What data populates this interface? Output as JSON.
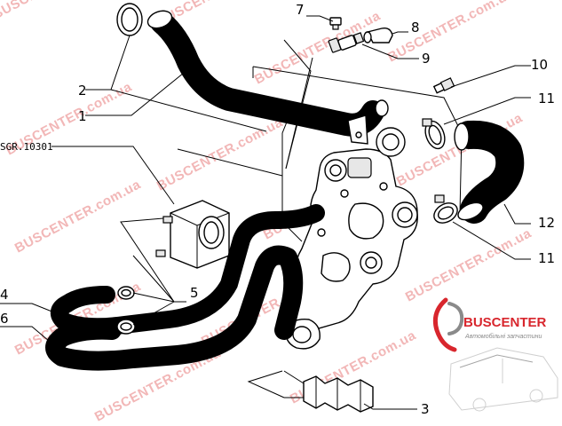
{
  "diagram": {
    "callouts": [
      "1",
      "2",
      "3",
      "4",
      "5",
      "6",
      "7",
      "8",
      "9",
      "10",
      "11",
      "11",
      "12"
    ],
    "code_ref": "SGR.10301"
  },
  "watermark": {
    "text": "BUSCENTER.com.ua"
  },
  "logo": {
    "brand": "BUSCENTER",
    "tagline": "Автомобільні запчастини"
  },
  "colors": {
    "line": "#000000",
    "watermark": "#f2b7b7",
    "logo_red": "#d8262d",
    "logo_gray": "#8a8a8a"
  }
}
